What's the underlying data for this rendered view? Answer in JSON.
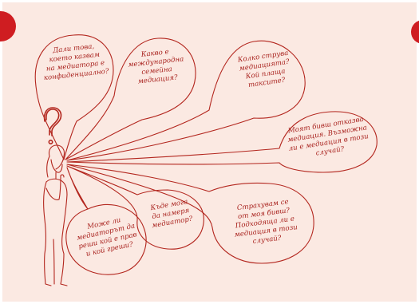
{
  "colors": {
    "background": "#fbe9e2",
    "accent": "#cf1d21",
    "line": "#b3261e",
    "text": "#a9231f"
  },
  "icons": {
    "question_mark": "question-mark-icon",
    "person": "thinking-person-illustration"
  },
  "bubbles": [
    {
      "id": "confidentiality",
      "text": "Дали това,\nкоето казвам\nна медиатора е\nконфиденциално?"
    },
    {
      "id": "international",
      "text": "Какво е\nмеждународна\nсемейна\nмедиация?"
    },
    {
      "id": "cost",
      "text": "Колко струва\nмедиацията?\nКой плаща\nтаксите?"
    },
    {
      "id": "refusal",
      "text": "Моят бивш отказва\nмедиация. Възможна\nли е медиация в този\nслучай?"
    },
    {
      "id": "fear",
      "text": "Страхувам се\nот моя бивш?\nПодходяща ли е\nмедиация в този\nслучай?"
    },
    {
      "id": "where",
      "text": "Къде мога\nда намеря\nмедиатор?"
    },
    {
      "id": "judge",
      "text": "Може ли\nмедиаторът да\nреши кой е прав\nи кой греши?"
    }
  ]
}
